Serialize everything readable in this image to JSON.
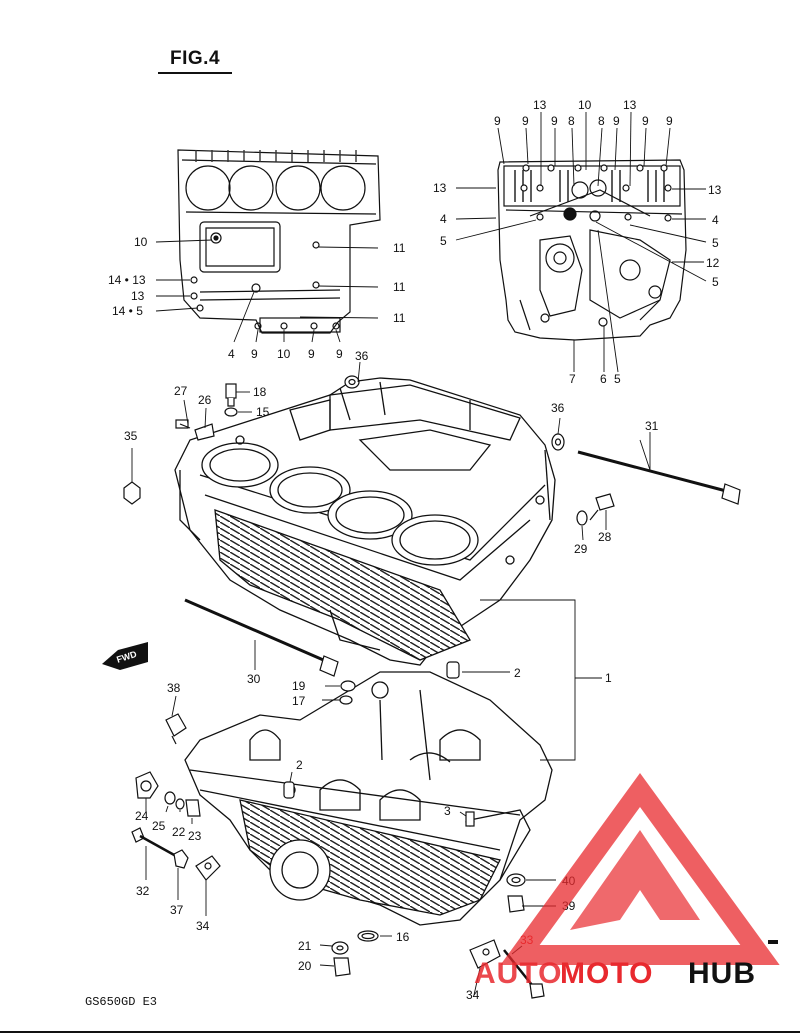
{
  "figure_title": "FIG.4",
  "model_code": "GS650GD  E3",
  "watermark": {
    "text_auto": "AUTO",
    "text_moto": "MOTO",
    "text_hub": "HUB",
    "color_red": "#e8292e",
    "color_black": "#111111"
  },
  "callouts": [
    {
      "id": "l-top-13a",
      "text": "13"
    },
    {
      "id": "l-top-10",
      "text": "10"
    },
    {
      "id": "l-top-13b",
      "text": "13"
    },
    {
      "id": "l-top-9a",
      "text": "9"
    },
    {
      "id": "l-top-9b",
      "text": "9"
    },
    {
      "id": "l-top-9c",
      "text": "9"
    },
    {
      "id": "l-top-8a",
      "text": "8"
    },
    {
      "id": "l-top-8b",
      "text": "8"
    },
    {
      "id": "l-top-9d",
      "text": "9"
    },
    {
      "id": "l-top-9e",
      "text": "9"
    },
    {
      "id": "l-top-9f",
      "text": "9"
    },
    {
      "id": "l-rl-13",
      "text": "13"
    },
    {
      "id": "l-rl-4",
      "text": "4"
    },
    {
      "id": "l-rl-5",
      "text": "5"
    },
    {
      "id": "l-rr-13",
      "text": "13"
    },
    {
      "id": "l-rr-4",
      "text": "4"
    },
    {
      "id": "l-rr-5a",
      "text": "5"
    },
    {
      "id": "l-rr-12",
      "text": "12"
    },
    {
      "id": "l-rr-5b",
      "text": "5"
    },
    {
      "id": "l-rb-7",
      "text": "7"
    },
    {
      "id": "l-rb-6",
      "text": "6"
    },
    {
      "id": "l-rb-5",
      "text": "5"
    },
    {
      "id": "l-ll-10",
      "text": "10"
    },
    {
      "id": "l-ll-1413",
      "text": "14 • 13"
    },
    {
      "id": "l-ll-13",
      "text": "13"
    },
    {
      "id": "l-ll-145",
      "text": "14 • 5"
    },
    {
      "id": "l-lr-11a",
      "text": "11"
    },
    {
      "id": "l-lr-11b",
      "text": "11"
    },
    {
      "id": "l-lr-11c",
      "text": "11"
    },
    {
      "id": "l-lb-4",
      "text": "4"
    },
    {
      "id": "l-lb-9a",
      "text": "9"
    },
    {
      "id": "l-lb-10",
      "text": "10"
    },
    {
      "id": "l-lb-9b",
      "text": "9"
    },
    {
      "id": "l-lb-9c",
      "text": "9"
    },
    {
      "id": "l-36a",
      "text": "36"
    },
    {
      "id": "l-27",
      "text": "27"
    },
    {
      "id": "l-26",
      "text": "26"
    },
    {
      "id": "l-18",
      "text": "18"
    },
    {
      "id": "l-15",
      "text": "15"
    },
    {
      "id": "l-36b",
      "text": "36"
    },
    {
      "id": "l-31",
      "text": "31"
    },
    {
      "id": "l-35",
      "text": "35"
    },
    {
      "id": "l-29",
      "text": "29"
    },
    {
      "id": "l-28",
      "text": "28"
    },
    {
      "id": "l-30",
      "text": "30"
    },
    {
      "id": "l-2a",
      "text": "2"
    },
    {
      "id": "l-1",
      "text": "1"
    },
    {
      "id": "l-19",
      "text": "19"
    },
    {
      "id": "l-17",
      "text": "17"
    },
    {
      "id": "l-38",
      "text": "38"
    },
    {
      "id": "l-2b",
      "text": "2"
    },
    {
      "id": "l-3",
      "text": "3"
    },
    {
      "id": "l-24",
      "text": "24"
    },
    {
      "id": "l-25",
      "text": "25"
    },
    {
      "id": "l-22",
      "text": "22"
    },
    {
      "id": "l-23",
      "text": "23"
    },
    {
      "id": "l-32",
      "text": "32"
    },
    {
      "id": "l-37",
      "text": "37"
    },
    {
      "id": "l-34a",
      "text": "34"
    },
    {
      "id": "l-40",
      "text": "40"
    },
    {
      "id": "l-39",
      "text": "39"
    },
    {
      "id": "l-16",
      "text": "16"
    },
    {
      "id": "l-21",
      "text": "21"
    },
    {
      "id": "l-20",
      "text": "20"
    },
    {
      "id": "l-33",
      "text": "33"
    },
    {
      "id": "l-34b",
      "text": "34"
    }
  ],
  "fwd_label": "FWD"
}
